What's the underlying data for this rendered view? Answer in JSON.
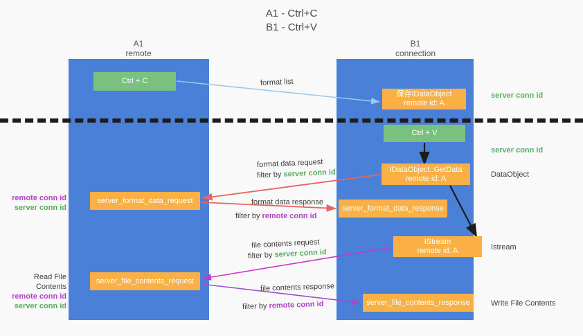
{
  "title": {
    "line1": "A1 - Ctrl+C",
    "line2": "B1 - Ctrl+V"
  },
  "columns": [
    {
      "name": "A1",
      "sub": "remote"
    },
    {
      "name": "B1",
      "sub": "connection"
    }
  ],
  "colors": {
    "lane": "#4a80d8",
    "green_box": "#7ac17f",
    "orange_box": "#fbb045",
    "server_conn_id": "#5aab60",
    "remote_conn_id": "#b342c8",
    "arrow_blue": "#9dc8ea",
    "arrow_red": "#e8655f",
    "arrow_magenta": "#c838c0",
    "arrow_purple": "#9b4fd0",
    "arrow_black": "#1c1c1c",
    "divider": "#1c1c1c",
    "background": "#f9f9f9"
  },
  "boxes": {
    "ctrl_c": "Ctrl + C",
    "ctrl_v": "Ctrl + V",
    "idataobject_line1": "保存IDataObject",
    "idataobject_line2": "remote id: A",
    "getdata_line1": "IDataObject::GetData",
    "getdata_line2": "remote id: A",
    "istream_line1": "IStream",
    "istream_line2": "remote id: A",
    "server_format_data_request": "server_format_data_request",
    "server_format_data_response": "server_format_data_response",
    "server_file_contents_request": "server_file_contents_request",
    "server_file_contents_response": "server_file_contents_response"
  },
  "side_labels": {
    "server_conn_id": "server conn id",
    "remote_conn_id": "remote conn id",
    "dataobject": "DataObject",
    "istream": "Istream",
    "write_file_contents": "Write File Contents",
    "read_file_contents": "Read File Contents"
  },
  "edges": {
    "format_list": "format list",
    "format_data_request": "format data request",
    "format_data_request_filter_prefix": "filter by ",
    "format_data_request_filter_value": "server conn id",
    "format_data_response": "format data response",
    "format_data_response_filter_prefix": "filter by ",
    "format_data_response_filter_value": "remote conn id",
    "file_contents_request": "file contents request",
    "file_contents_request_filter_prefix": "filter by ",
    "file_contents_request_filter_value": "server conn id",
    "file_contents_response": "file contents response",
    "file_contents_response_filter_prefix": "filter by ",
    "file_contents_response_filter_value": "remote conn id"
  }
}
